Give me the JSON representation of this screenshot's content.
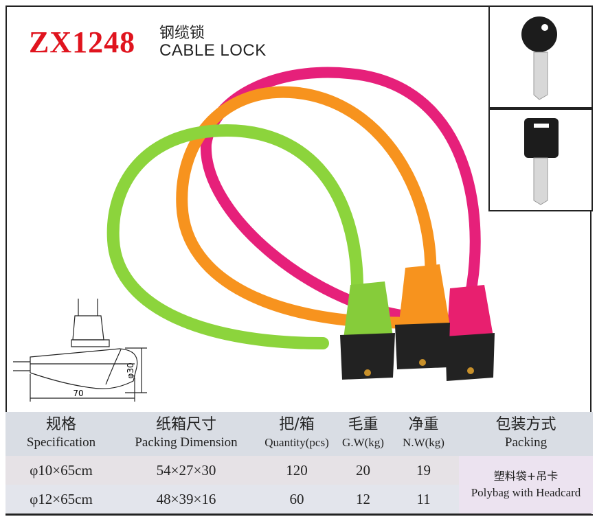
{
  "header": {
    "model": "ZX1248",
    "title_cn": "钢缆锁",
    "title_en": "CABLE LOCK"
  },
  "drawing": {
    "length_label": "70",
    "diameter_label": "φ30"
  },
  "table": {
    "headers": [
      {
        "cn": "规格",
        "en": "Specification"
      },
      {
        "cn": "纸箱尺寸",
        "en": "Packing Dimension"
      },
      {
        "cn": "把/箱",
        "en": "Quantity(pcs)"
      },
      {
        "cn": "毛重",
        "en": "G.W(kg)"
      },
      {
        "cn": "净重",
        "en": "N.W(kg)"
      },
      {
        "cn": "包装方式",
        "en": "Packing"
      }
    ],
    "rows": [
      {
        "spec": "φ10×65cm",
        "dimension": "54×27×30",
        "quantity": "120",
        "gw": "20",
        "nw": "19"
      },
      {
        "spec": "φ12×65cm",
        "dimension": "48×39×16",
        "quantity": "60",
        "gw": "12",
        "nw": "11"
      }
    ],
    "packing": {
      "cn": "塑料袋+吊卡",
      "en": "Polybag with Headcard"
    }
  },
  "colors": {
    "model": "#e0141e",
    "green": "#8cd43c",
    "orange": "#f7931e",
    "pink": "#e6207a",
    "header_bg": "#d9dde4"
  }
}
